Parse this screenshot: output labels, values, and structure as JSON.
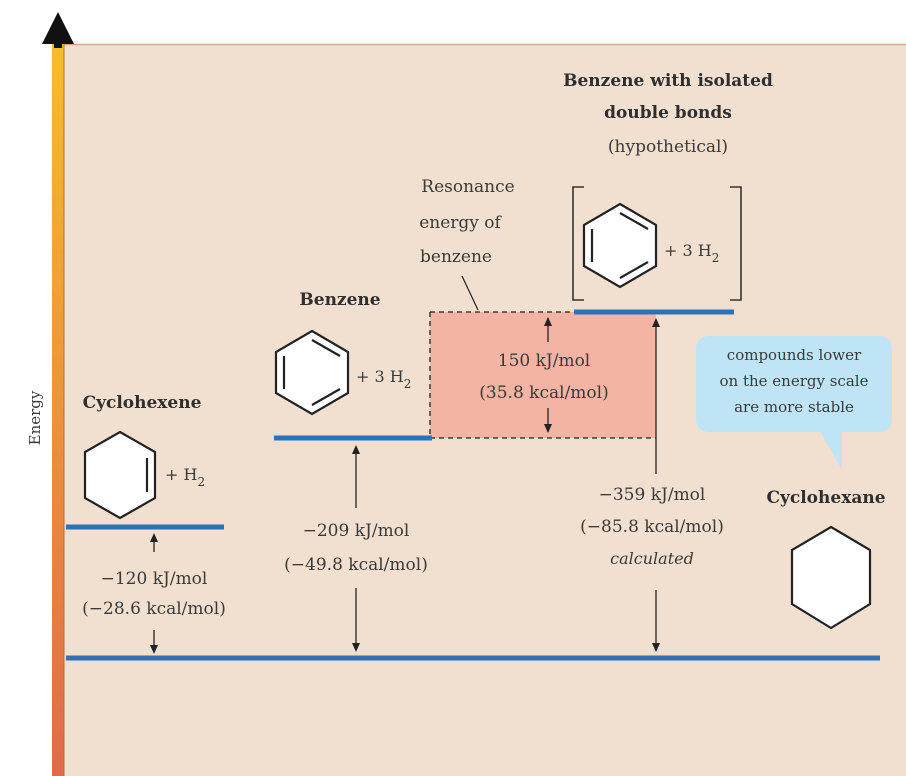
{
  "axis": {
    "label": "Energy"
  },
  "colors": {
    "panel": "#f1e0d0",
    "level": "#2b72b8",
    "resonance_box": "#f4b4a4",
    "callout": "#bfe4f6",
    "axis_top": "#f7bd2a",
    "axis_bottom": "#e06a4a"
  },
  "species": {
    "cyclohexene": {
      "name": "Cyclohexene",
      "reagent": "+ H",
      "reagent_sub": "2"
    },
    "benzene": {
      "name": "Benzene",
      "reagent": "+ 3 H",
      "reagent_sub": "2"
    },
    "hypothetical": {
      "name_line1": "Benzene with isolated",
      "name_line2": "double bonds",
      "qualifier": "(hypothetical)",
      "reagent": "+ 3 H",
      "reagent_sub": "2"
    },
    "cyclohexane": {
      "name": "Cyclohexane"
    }
  },
  "energies": {
    "cyclohexene": {
      "kj": "−120 kJ/mol",
      "kcal": "(−28.6 kcal/mol)"
    },
    "benzene": {
      "kj": "−209 kJ/mol",
      "kcal": "(−49.8  kcal/mol)"
    },
    "hypothetical": {
      "kj": "−359 kJ/mol",
      "kcal": "(−85.8 kcal/mol)",
      "note": "calculated"
    },
    "resonance": {
      "label_line1": "Resonance",
      "label_line2": "energy of",
      "label_line3": "benzene",
      "kj": "150 kJ/mol",
      "kcal": "(35.8 kcal/mol)"
    }
  },
  "callout": {
    "line1": "compounds lower",
    "line2": "on the energy scale",
    "line3": "are more stable"
  }
}
